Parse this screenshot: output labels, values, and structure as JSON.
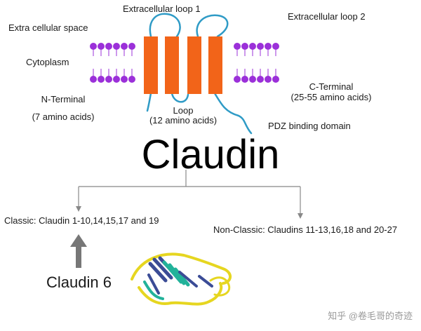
{
  "labels": {
    "extracellular_loop_1": "Extracellular loop 1",
    "extracellular_loop_2": "Extracellular loop 2",
    "extracellular_space": "Extra cellular space",
    "cytoplasm": "Cytoplasm",
    "n_terminal": "N-Terminal",
    "n_terminal_length": "(7 amino acids)",
    "c_terminal": "C-Terminal",
    "c_terminal_length": "(25-55 amino acids)",
    "loop": "Loop",
    "loop_length": "(12 amino acids)",
    "pdz": "PDZ binding domain"
  },
  "title": "Claudin",
  "branches": {
    "classic": "Classic: Claudin 1-10,14,15,17 and 19",
    "non_classic": "Non-Classic: Claudins 11-13,16,18 and 20-27"
  },
  "highlight": "Claudin 6",
  "watermark": "知乎 @卷毛哥的奇迹",
  "colors": {
    "helix": "#f26419",
    "lipid_head": "#9b30d9",
    "lipid_tail": "#9b30d9",
    "chain": "#2f9bc6",
    "arrow": "#777777"
  }
}
